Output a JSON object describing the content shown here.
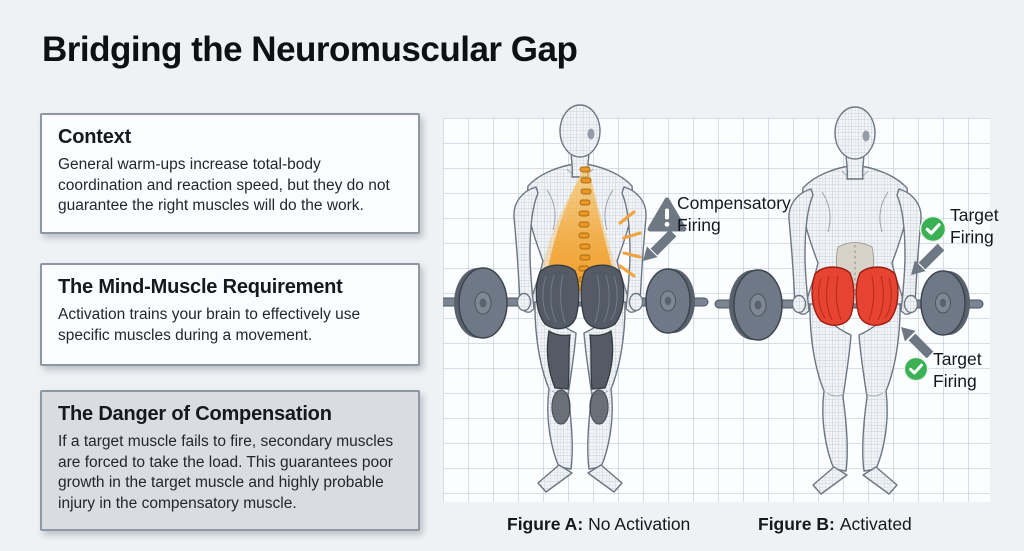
{
  "title": "Bridging the Neuromuscular Gap",
  "cards": [
    {
      "heading": "Context",
      "body": "General warm-ups increase total-body coordination and reaction speed, but they do not guarantee the right muscles will do the work."
    },
    {
      "heading": "The Mind-Muscle Requirement",
      "body": "Activation trains your brain to effectively use specific muscles during a movement."
    },
    {
      "heading": "The Danger of Compensation",
      "body": "If a target muscle fails to fire, secondary muscles are forced to take the load. This guarantees poor growth in the target muscle and highly probable injury in the compensatory muscle."
    }
  ],
  "annotations": {
    "compensatory": {
      "line1": "Compensatory",
      "line2": "Firing",
      "icon": "warning-triangle"
    },
    "target_top": {
      "line1": "Target",
      "line2": "Firing",
      "icon": "check-circle"
    },
    "target_bottom": {
      "line1": "Target",
      "line2": "Firing",
      "icon": "check-circle"
    }
  },
  "captions": {
    "figure_a": {
      "label": "Figure A:",
      "text": "No Activation"
    },
    "figure_b": {
      "label": "Figure B:",
      "text": "Activated"
    }
  },
  "colors": {
    "page_bg": "#eff2f5",
    "card_bg": "#fbfcfd",
    "card_muted_bg": "#d9dde2",
    "card_border": "#8e97a2",
    "accent_orange": "#f0a22c",
    "accent_red": "#e64333",
    "check_green": "#3cb054",
    "annotation_gray": "#6e7883"
  }
}
